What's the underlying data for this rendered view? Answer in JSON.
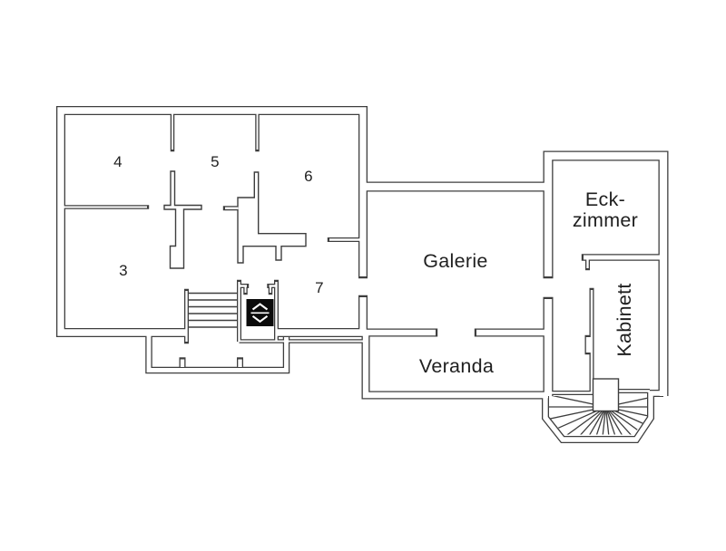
{
  "title": "floor-plan",
  "colors": {
    "wall": "#3e3e3e",
    "label": "#1f1f1f",
    "elevator_bg": "#0b0b0b",
    "elevator_glyph": "#ffffff",
    "background": "#ffffff"
  },
  "rooms": {
    "r3": {
      "label": "3"
    },
    "r4": {
      "label": "4"
    },
    "r5": {
      "label": "5"
    },
    "r6": {
      "label": "6"
    },
    "r7": {
      "label": "7"
    },
    "galerie": {
      "label": "Galerie"
    },
    "veranda": {
      "label": "Veranda"
    },
    "eckzimmer": {
      "label_line1": "Eck-",
      "label_line2": "zimmer"
    },
    "kabinett": {
      "label": "Kabinett"
    }
  },
  "icons": {
    "elevator": "elevator-up-down-icon",
    "staircase": "straight-stairs",
    "spiral_staircase": "winder-stairs"
  }
}
